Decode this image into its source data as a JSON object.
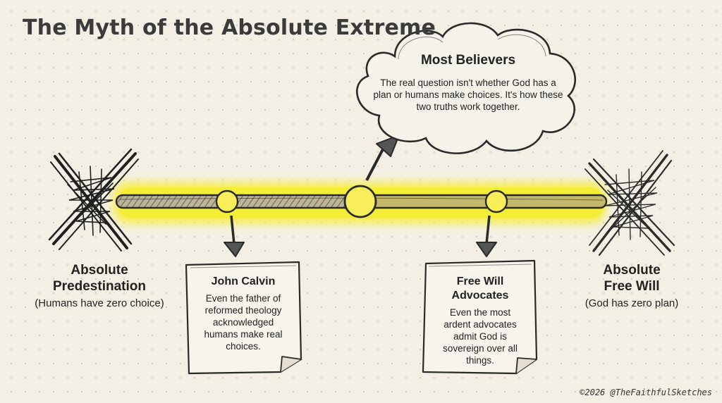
{
  "title": "The Myth of the Absolute Extreme",
  "left_extreme": {
    "name": "Absolute Predestination",
    "line1": "Absolute",
    "line2": "Predestination",
    "note": "(Humans have zero choice)",
    "icon": "scribbled-x-icon"
  },
  "right_extreme": {
    "name": "Absolute Free Will",
    "line1": "Absolute",
    "line2": "Free Will",
    "note": "(God has zero plan)",
    "icon": "scribbled-x-icon"
  },
  "center": {
    "title": "Most Believers",
    "text": "The real question isn't whether God has a plan or humans make choices. It's how these two truths work together."
  },
  "calvin": {
    "title": "John Calvin",
    "text": "Even the father of reformed theology acknowledged humans make real choices."
  },
  "freewill": {
    "title": "Free Will Advocates",
    "text": "Even the most ardent advocates admit God is sovereign over all things."
  },
  "colors": {
    "highlight": "#f6ee3a",
    "node_fill": "#f7ee5a",
    "ink": "#2a2a2a",
    "paper": "#f3efe4"
  },
  "copyright": "©2026 @TheFaithfulSketches"
}
